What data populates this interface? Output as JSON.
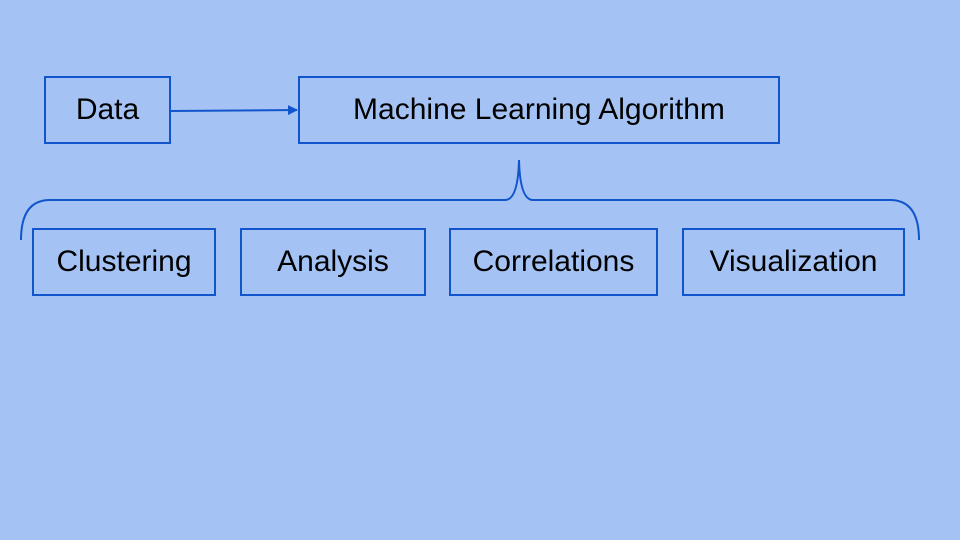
{
  "diagram": {
    "source_node": {
      "label": "Data"
    },
    "algorithm_node": {
      "label": "Machine Learning Algorithm"
    },
    "output_nodes": [
      {
        "label": "Clustering"
      },
      {
        "label": "Analysis"
      },
      {
        "label": "Correlations"
      },
      {
        "label": "Visualization"
      }
    ],
    "edges": [
      {
        "from": "Data",
        "to": "Machine Learning Algorithm",
        "style": "arrow"
      },
      {
        "from": "Machine Learning Algorithm",
        "to": [
          "Clustering",
          "Analysis",
          "Correlations",
          "Visualization"
        ],
        "style": "curly-brace"
      }
    ]
  },
  "colors": {
    "background": "#a4c2f4",
    "stroke": "#1155cc",
    "text": "#000000"
  }
}
